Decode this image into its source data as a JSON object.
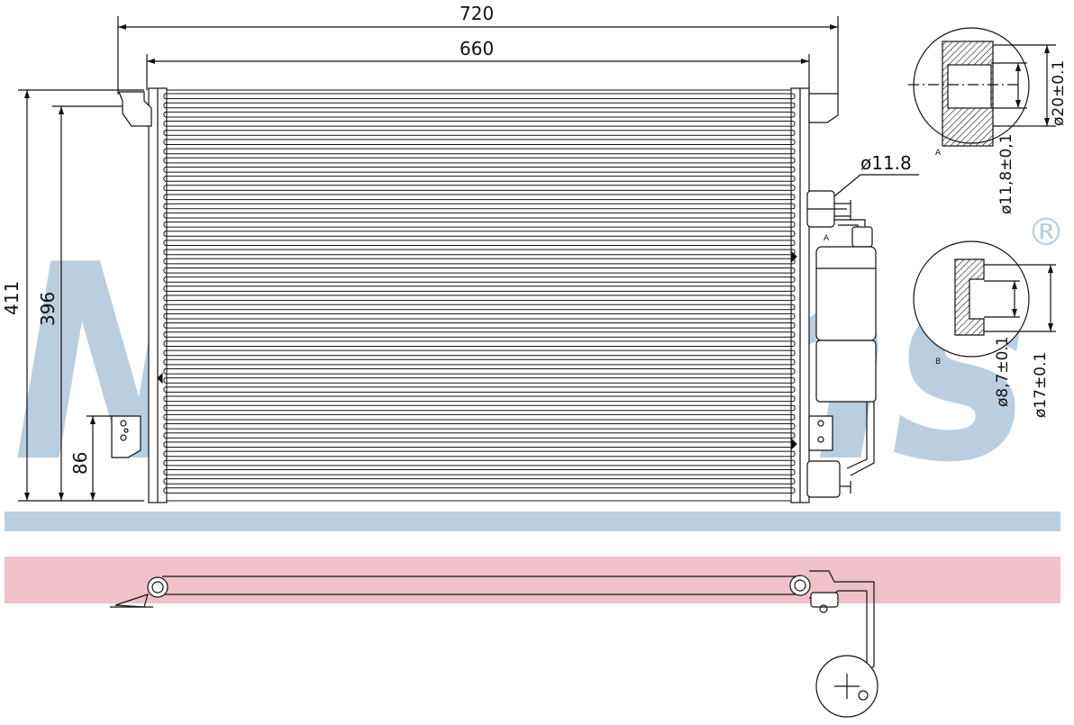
{
  "brand": {
    "wordmark": "Nissens",
    "registered_mark": "®",
    "watermark_color": "#b9cfe0"
  },
  "colors": {
    "line": "#111111",
    "blue_band": "#b9cfe0",
    "pink_band": "#efc2cb"
  },
  "dimensions": {
    "overall_width": "720",
    "core_width": "660",
    "overall_height": "411",
    "core_height": "396",
    "bracket_height": "86",
    "inlet_diameter": "ø11.8"
  },
  "detail_a": {
    "label": "A",
    "outer_diameter": "ø20±0.1",
    "inner_diameter": "ø11,8±0,1"
  },
  "detail_b": {
    "label": "B",
    "outer_diameter": "ø17±0.1",
    "inner_diameter": "ø8,7±0.1"
  }
}
